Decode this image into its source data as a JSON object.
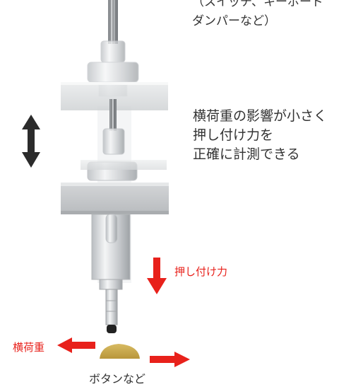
{
  "labels": {
    "top_note": "（スイッチ、キーボード\nダンパーなど）",
    "description": "横荷重の影響が小さく\n押し付け力を\n正確に計測できる",
    "push_force": "押し付け力",
    "lateral_load": "横荷重",
    "button": "ボタンなど"
  },
  "colors": {
    "arrow_red": "#e8211b",
    "arrow_black": "#2b2b2b",
    "button_gold": "#c9a84a",
    "body_gray": "#cfd2d5"
  },
  "icons": {
    "vertical_motion": "double-arrow-vertical",
    "push": "arrow-down",
    "lateral_left": "arrow-left",
    "lateral_right": "arrow-right"
  }
}
